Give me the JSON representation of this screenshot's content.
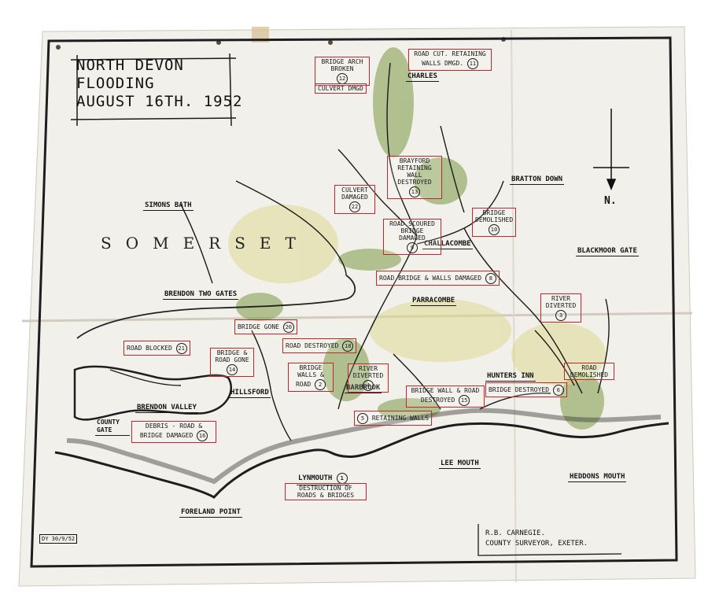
{
  "title": {
    "line1": "NORTH DEVON",
    "line2": "FLOODING",
    "line3": "AUGUST 16TH. 1952"
  },
  "region_label": "SOMERSET",
  "north_arrow": {
    "label": "N."
  },
  "places": {
    "charles": "CHARLES",
    "bratton_down": "BRATTON DOWN",
    "simons_bath": "SIMONS BATH",
    "challacombe": "CHALLACOMBE",
    "blackmoor_gate": "BLACKMOOR GATE",
    "brendon_two_gates": "BRENDON TWO GATES",
    "parracombe": "PARRACOMBE",
    "hunters_inn": "HUNTERS INN",
    "barbrook": "BARBROOK",
    "hillsford": "HILLSFORD",
    "brendon_valley": "BRENDON VALLEY",
    "county_gate": "COUNTY GATE",
    "lynmouth": "LYNMOUTH",
    "lee_mouth": "LEE MOUTH",
    "heddons_mouth": "HEDDONS MOUTH",
    "foreland_point": "FORELAND POINT"
  },
  "damage": [
    {
      "id": "d12",
      "text": "BRIDGE ARCH BROKEN",
      "num": "12"
    },
    {
      "id": "d11",
      "text": "ROAD CUT. RETAINING WALLS DMGD.",
      "num": "11"
    },
    {
      "id": "dculv",
      "text": "CULVERT DMGD",
      "num": ""
    },
    {
      "id": "d13",
      "text": "BRAYFORD RETAINING WALL DESTROYED",
      "num": "13"
    },
    {
      "id": "d22",
      "text": "CULVERT DAMAGED",
      "num": "22"
    },
    {
      "id": "d10",
      "text": "BRIDGE DEMOLISHED",
      "num": "10"
    },
    {
      "id": "d9",
      "text": "ROAD SCOURED BRIDGE DAMAGED",
      "num": "9"
    },
    {
      "id": "d8",
      "text": "ROAD BRIDGE & WALLS DAMAGED",
      "num": "8"
    },
    {
      "id": "d3",
      "text": "RIVER DIVERTED",
      "num": "3"
    },
    {
      "id": "d20",
      "text": "BRIDGE GONE",
      "num": "20"
    },
    {
      "id": "d18",
      "text": "ROAD DESTROYED",
      "num": "18"
    },
    {
      "id": "d21",
      "text": "ROAD BLOCKED",
      "num": "21"
    },
    {
      "id": "d14",
      "text": "BRIDGE & ROAD GONE",
      "num": "14"
    },
    {
      "id": "d2",
      "text": "BRIDGE WALLS & ROAD",
      "num": "2"
    },
    {
      "id": "d4",
      "text": "RIVER DIVERTED",
      "num": "4"
    },
    {
      "id": "d15",
      "text": "BRIDGE WALL & ROAD DESTROYED",
      "num": "15"
    },
    {
      "id": "d7",
      "text": "ROAD DEMOLISHED",
      "num": ""
    },
    {
      "id": "d6",
      "text": "BRIDGE DESTROYED",
      "num": "6"
    },
    {
      "id": "d5",
      "text": "RETAINING WALLS",
      "num": "5"
    },
    {
      "id": "d16",
      "text": "DEBRIS - ROAD & BRIDGE DAMAGED",
      "num": "16"
    },
    {
      "id": "d1",
      "text": "DESTRUCTION OF ROADS & BRIDGES",
      "num": ""
    }
  ],
  "lynmouth_num": "1",
  "signature": {
    "line1": "R.B. CARNEGIE.",
    "line2": "COUNTY SURVEYOR, EXETER."
  },
  "stamp": "DY 30/9/52",
  "colors": {
    "paper": "#f2f0ea",
    "ink": "#1a1a1a",
    "damage_box": "#c0262c",
    "vegetation": "#6a8a3a",
    "wash": "#d8d68a"
  }
}
